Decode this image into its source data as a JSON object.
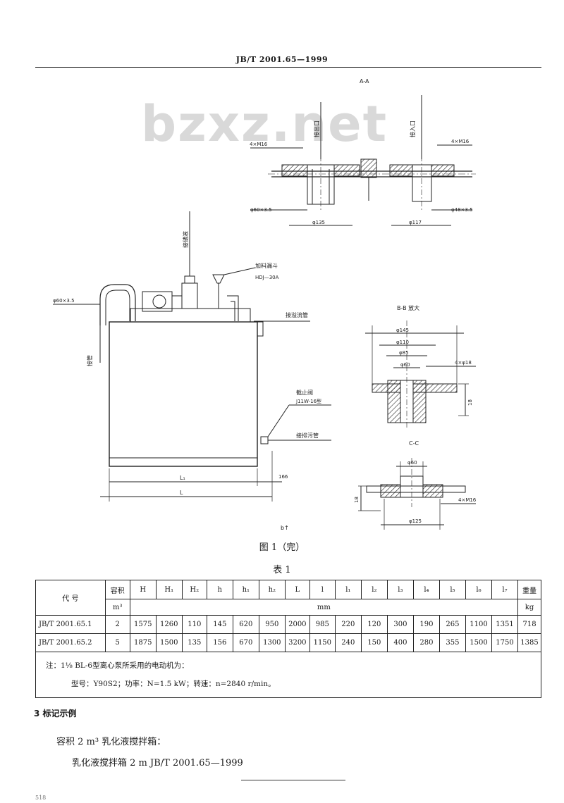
{
  "header": {
    "standard_no": "JB/T 2001.65—1999"
  },
  "watermark": "bzxz.net",
  "figure": {
    "views": {
      "a_a": "A-A",
      "b_b": "B-B 放大",
      "c_c": "C-C",
      "main": "b↑"
    },
    "labels": {
      "aa_thread_left": "4×M16",
      "aa_thread_right": "4×M16",
      "aa_pipe_left": "φ60×3.5",
      "aa_pipe_right": "φ48×3.5",
      "aa_dim_left": "φ135",
      "aa_dim_right": "φ117",
      "aa_vert_left": "接出口",
      "aa_vert_right": "接入口",
      "pipe_left": "φ60×3.5",
      "vert_top": "接储液",
      "vert_left": "接管",
      "funnel": "加料漏斗",
      "funnel_sub": "HDJ—30A",
      "vent_label": "接溢流管",
      "valve_label": "截止阀",
      "valve_sub": "J11W-16型",
      "drain_label": "接排污管",
      "dim_L1": "L₁",
      "dim_L": "L",
      "dim_166": "166",
      "bb_d145": "φ145",
      "bb_d110": "φ110",
      "bb_d85": "φ85",
      "bb_d60": "φ60",
      "bb_holes": "4×φ18",
      "bb_h": "18",
      "cc_d60": "φ60",
      "cc_thread": "4×M16",
      "cc_d125": "φ125",
      "cc_h": "18"
    },
    "caption": "图 1（完）"
  },
  "table": {
    "title": "表 1",
    "headers": {
      "code": "代    号",
      "volume": "容积",
      "volume_unit": "m³",
      "cols": [
        "H",
        "H₁",
        "H₂",
        "h",
        "h₁",
        "h₂",
        "L",
        "l",
        "l₁",
        "l₂",
        "l₃",
        "l₄",
        "l₅",
        "l₆",
        "l₇"
      ],
      "unit_mm": "mm",
      "weight": "重量",
      "weight_unit": "kg"
    },
    "rows": [
      {
        "code": "JB/T 2001.65.1",
        "volume": "2",
        "values": [
          "1575",
          "1260",
          "110",
          "145",
          "620",
          "950",
          "2000",
          "985",
          "220",
          "120",
          "300",
          "190",
          "265",
          "1100",
          "1351"
        ],
        "weight": "718"
      },
      {
        "code": "JB/T 2001.65.2",
        "volume": "5",
        "values": [
          "1875",
          "1500",
          "135",
          "156",
          "670",
          "1300",
          "3200",
          "1150",
          "240",
          "150",
          "400",
          "280",
          "355",
          "1500",
          "1750"
        ],
        "weight": "1385"
      }
    ],
    "note_line1": "注：1⅛ BL-6型离心泵所采用的电动机为：",
    "note_line2": "型号：Y90S2；功率：N=1.5 kW；转速：n=2840 r/min。"
  },
  "section": {
    "heading": "3   标记示例",
    "example_line1": "容积 2 m³ 乳化液搅拌箱：",
    "example_line2": "乳化液搅拌箱 2 m    JB/T 2001.65—1999"
  },
  "footer": {
    "page_number": "518"
  }
}
